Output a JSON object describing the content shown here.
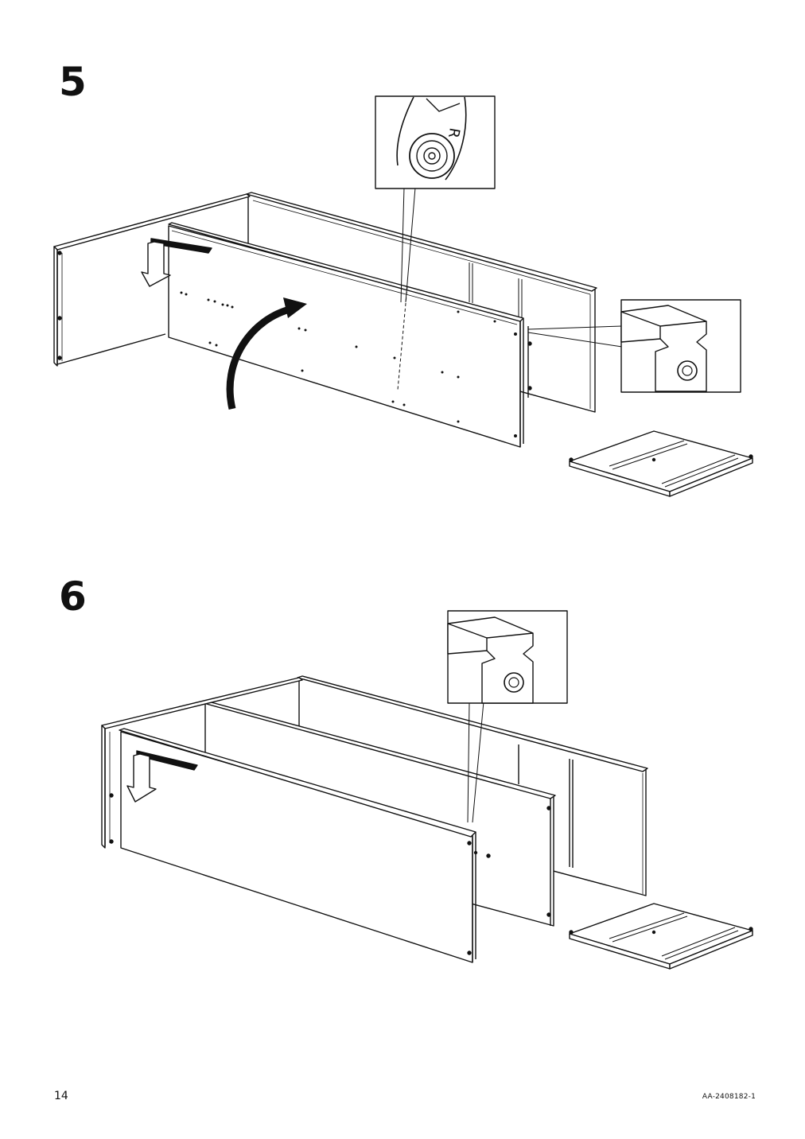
{
  "steps": [
    {
      "number": "5"
    },
    {
      "number": "6"
    }
  ],
  "detail_mark": "R",
  "footer": {
    "page_number": "14",
    "document_code": "AA-2408182-1"
  },
  "icons": [
    "down-arrow-icon",
    "curved-arrow-icon",
    "magnifier-callout"
  ]
}
